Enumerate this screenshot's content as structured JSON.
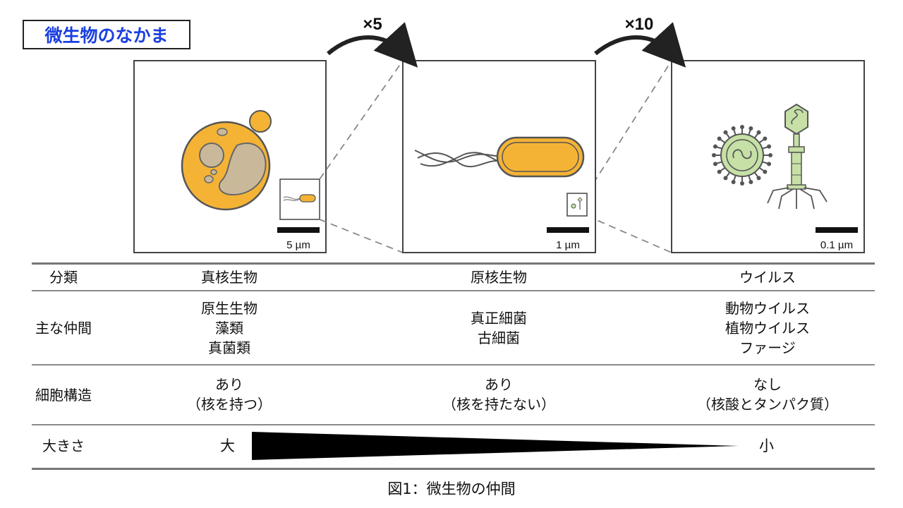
{
  "title": "微生物のなかま",
  "figure": {
    "zoom_labels": [
      "×5",
      "×10"
    ],
    "scale_labels": [
      "5 µm",
      "1 µm",
      "0.1 µm"
    ],
    "colors": {
      "cell_orange": "#f5b335",
      "nucleus_tan": "#c9b99a",
      "virus_green": "#c6e0a6",
      "outline": "#333333",
      "title_blue": "#1a3fe0"
    }
  },
  "table": {
    "rows": [
      {
        "header": "分類",
        "cells": [
          [
            "真核生物"
          ],
          [
            "原核生物"
          ],
          [
            "ウイルス"
          ]
        ]
      },
      {
        "header": "主な仲間",
        "cells": [
          [
            "原生生物",
            "藻類",
            "真菌類"
          ],
          [
            "真正細菌",
            "古細菌"
          ],
          [
            "動物ウイルス",
            "植物ウイルス",
            "ファージ"
          ]
        ]
      },
      {
        "header": "細胞構造",
        "cells": [
          [
            "あり",
            "（核を持つ）"
          ],
          [
            "あり",
            "（核を持たない）"
          ],
          [
            "なし",
            "（核酸とタンパク質）"
          ]
        ]
      }
    ],
    "size_row": {
      "header": "大きさ",
      "large": "大",
      "small": "小"
    }
  },
  "caption": "図1：微生物の仲間"
}
